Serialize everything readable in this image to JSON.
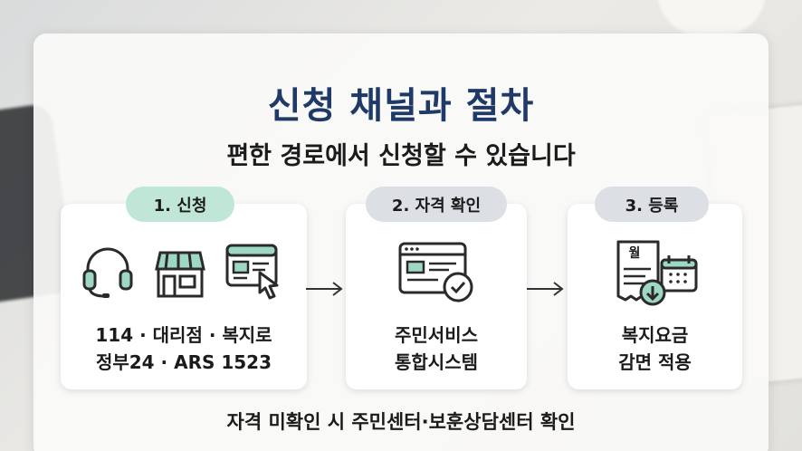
{
  "title": "신청 채널과 절차",
  "subtitle": "편한 경로에서 신청할 수 있습니다",
  "steps": [
    {
      "label": "1. 신청",
      "line1": "114 · 대리점 · 복지로",
      "line2": "정부24 · ARS 1523"
    },
    {
      "label": "2. 자격 확인",
      "line1": "주민서비스",
      "line2": "통합시스템"
    },
    {
      "label": "3. 등록",
      "line1": "복지요금",
      "line2": "감면 적용"
    }
  ],
  "bill_icon_text": "월",
  "footer": "자격 미확인 시 주민센터·보훈상담센터 확인",
  "colors": {
    "accent": "#1f3a66",
    "icon_green": "#9ed8c2",
    "pill_green": "#bfe6d6",
    "pill_grey": "#dcdfe4"
  }
}
